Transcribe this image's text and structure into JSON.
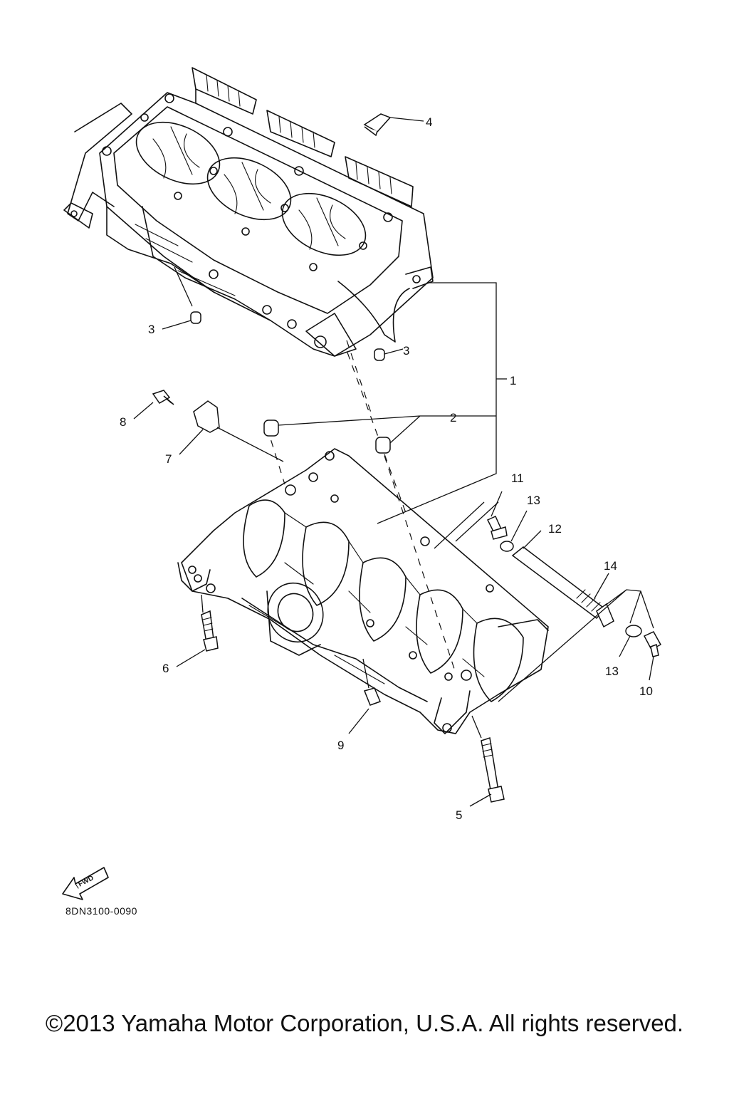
{
  "diagram": {
    "callouts": [
      {
        "id": "1",
        "label": "1"
      },
      {
        "id": "2",
        "label": "2"
      },
      {
        "id": "3a",
        "label": "3"
      },
      {
        "id": "3b",
        "label": "3"
      },
      {
        "id": "4",
        "label": "4"
      },
      {
        "id": "5",
        "label": "5"
      },
      {
        "id": "6",
        "label": "6"
      },
      {
        "id": "7",
        "label": "7"
      },
      {
        "id": "8",
        "label": "8"
      },
      {
        "id": "9",
        "label": "9"
      },
      {
        "id": "10",
        "label": "10"
      },
      {
        "id": "11",
        "label": "11"
      },
      {
        "id": "12",
        "label": "12"
      },
      {
        "id": "13a",
        "label": "13"
      },
      {
        "id": "13b",
        "label": "13"
      },
      {
        "id": "14",
        "label": "14"
      }
    ],
    "fwd_label": "FWD",
    "drawing_code": "8DN3100-0090"
  },
  "copyright": "©2013 Yamaha Motor Corporation, U.S.A. All rights reserved."
}
